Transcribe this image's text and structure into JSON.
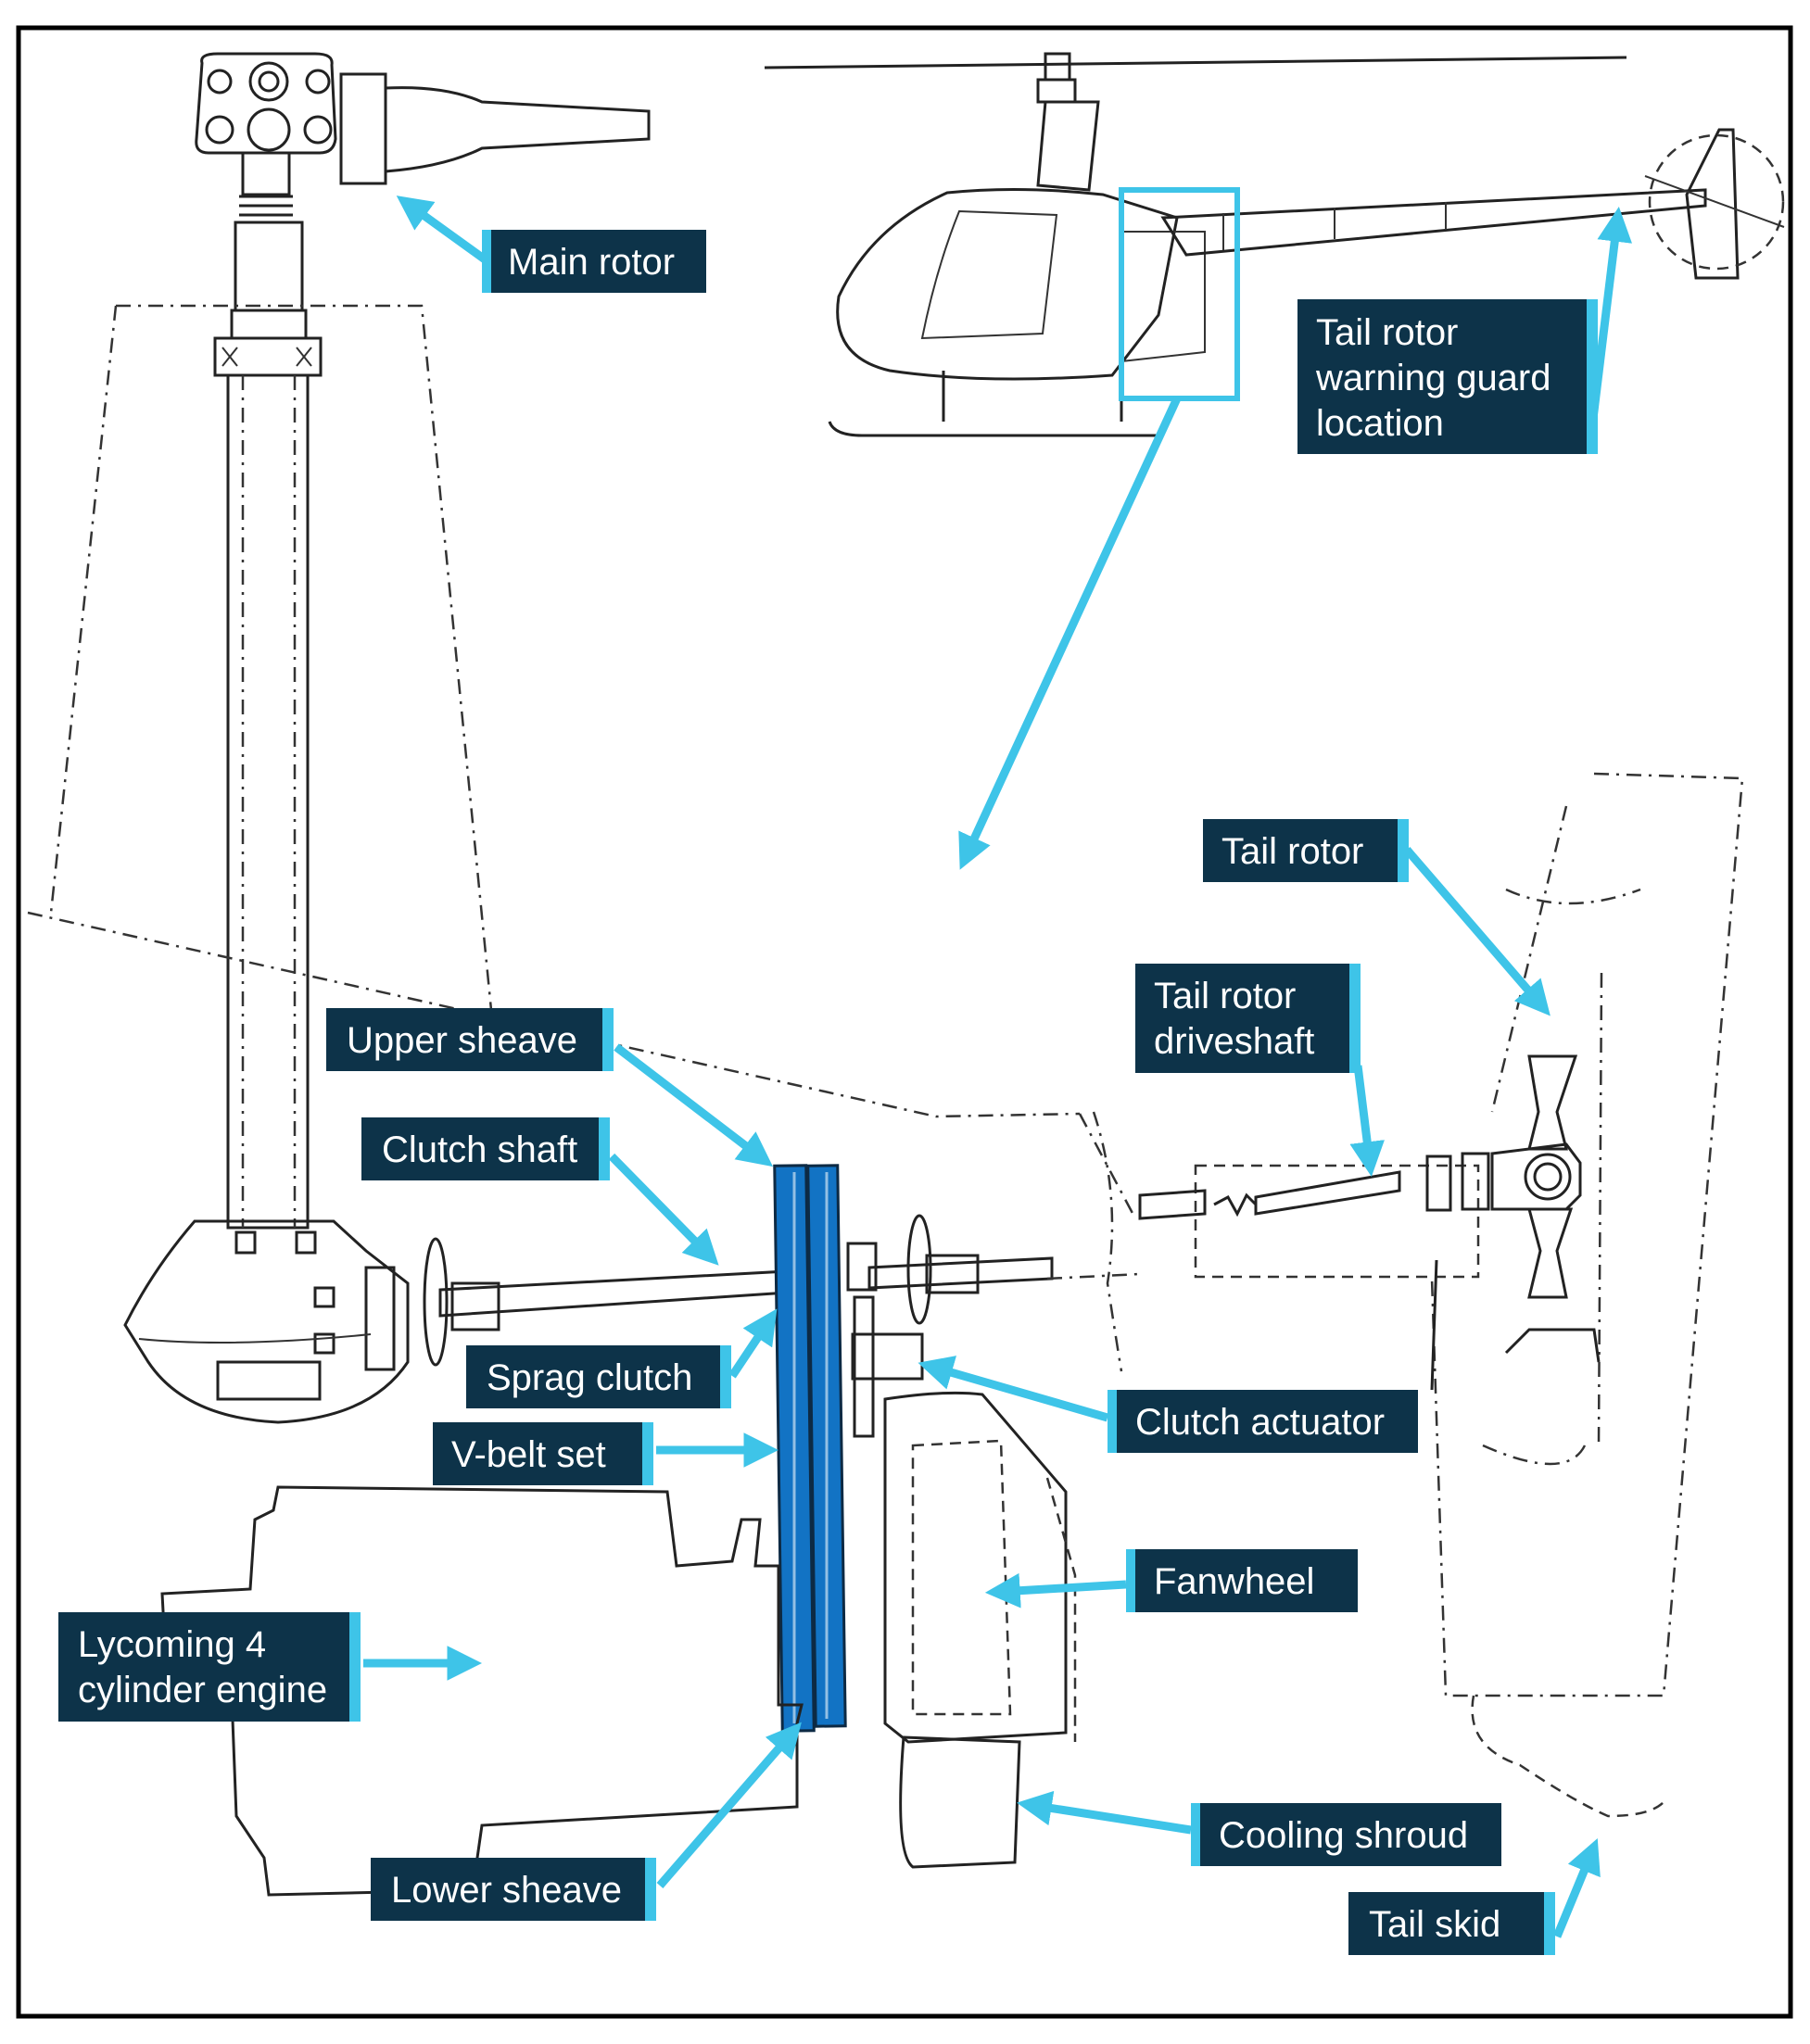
{
  "labels": {
    "main_rotor": "Main rotor",
    "tail_rotor_warning_guard": [
      "Tail rotor",
      "warning guard",
      "location"
    ],
    "tail_rotor": "Tail rotor",
    "tail_rotor_driveshaft": [
      "Tail rotor",
      "driveshaft"
    ],
    "upper_sheave": "Upper sheave",
    "clutch_shaft": "Clutch shaft",
    "sprag_clutch": "Sprag clutch",
    "clutch_actuator": "Clutch actuator",
    "v_belt_set": "V-belt set",
    "fanwheel": "Fanwheel",
    "lycoming_engine": [
      "Lycoming 4",
      "cylinder engine"
    ],
    "cooling_shroud": "Cooling shroud",
    "lower_sheave": "Lower sheave",
    "tail_skid": "Tail skid"
  },
  "colors": {
    "label_background": "#0d3349",
    "label_text": "#ffffff",
    "accent_pointer": "#3ec4e8",
    "belt_blue": "#1273c4",
    "line_art": "#222222",
    "frame_border": "#000000"
  },
  "icons": {
    "helicopter_side_view": "helicopter-icon"
  }
}
